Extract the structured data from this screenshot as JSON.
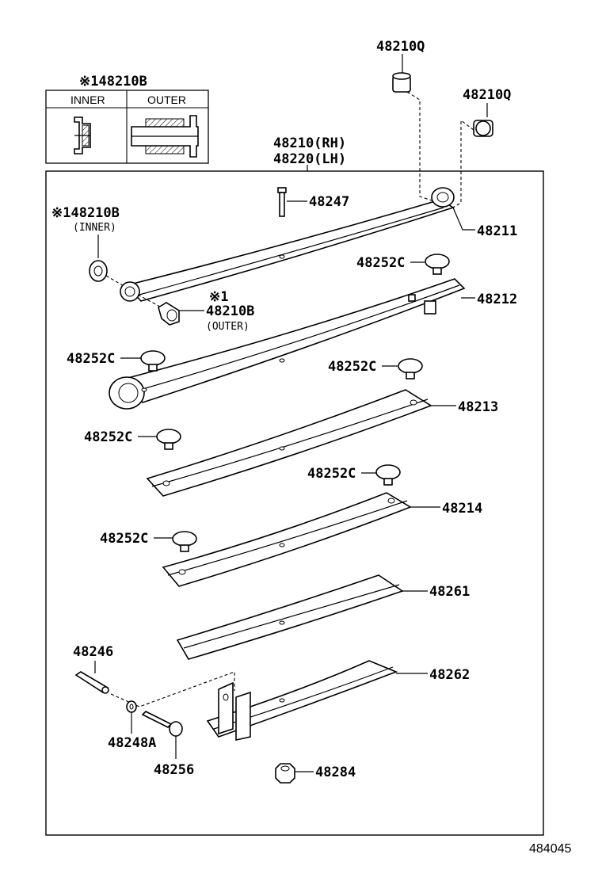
{
  "diagram": {
    "inset": {
      "title": "※148210B",
      "col_inner": "INNER",
      "col_outer": "OUTER"
    },
    "assembly": {
      "line1": "48210(RH)",
      "line2": "48220(LH)"
    },
    "labels": {
      "q1": "48210Q",
      "q2": "48210Q",
      "p48247": "48247",
      "p48211": "48211",
      "inner_ref": "※148210B",
      "inner_sub": "(INNER)",
      "outer_mark": "※1",
      "outer_ref": "48210B",
      "outer_sub": "(OUTER)",
      "c1": "48252C",
      "p48212": "48212",
      "c2": "48252C",
      "c3": "48252C",
      "p48213": "48213",
      "c4": "48252C",
      "c5": "48252C",
      "p48214": "48214",
      "c6": "48252C",
      "p48261": "48261",
      "p48246": "48246",
      "p48262": "48262",
      "p48248a": "48248A",
      "p48256": "48256",
      "p48284": "48284"
    },
    "doc_number": "484045"
  }
}
